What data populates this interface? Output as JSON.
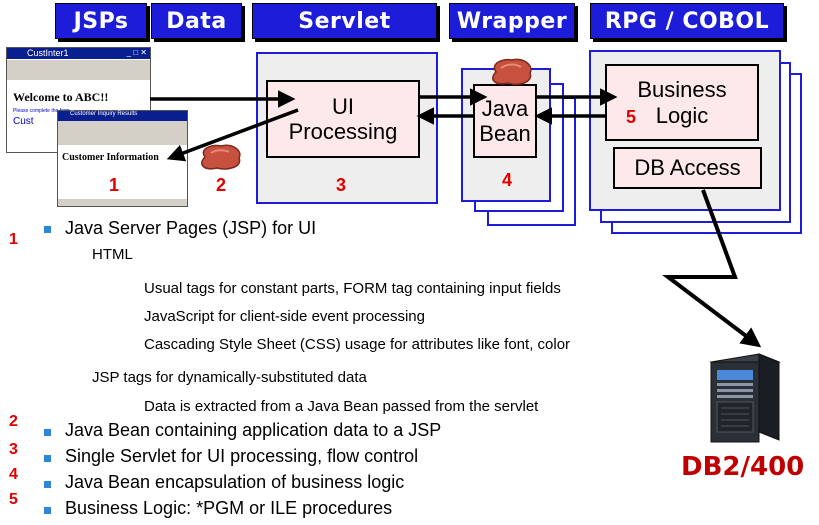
{
  "headers": {
    "jsps": "JSPs",
    "data": "Data",
    "servlet": "Servlet",
    "wrapper": "Wrapper",
    "rpg": "RPG / COBOL"
  },
  "boxes": {
    "ui_processing": "UI\nProcessing",
    "java_bean": "Java\nBean",
    "business_logic": "Business\nLogic",
    "db_access": "DB Access"
  },
  "screens": {
    "window_title": "CustInter1",
    "welcome": "Welcome to ABC!!",
    "link_text": "Please complete the form",
    "cust_label": "Cust",
    "inquiry_title": "Customer Inquiry Results",
    "customer_info": "Customer Information"
  },
  "numbers": {
    "n1": "1",
    "n2": "2",
    "n3": "3",
    "n4": "4",
    "n5": "5"
  },
  "bullets": [
    {
      "num": "1",
      "text": "Java Server Pages (JSP) for UI"
    },
    {
      "num": "2",
      "text": "Java Bean containing application data to a JSP"
    },
    {
      "num": "3",
      "text": "Single Servlet for UI processing, flow control"
    },
    {
      "num": "4",
      "text": "Java Bean encapsulation of business logic"
    },
    {
      "num": "5",
      "text": "Business Logic: *PGM or ILE procedures"
    }
  ],
  "sub_items": {
    "html": "HTML",
    "usual_tags": "Usual tags for constant parts, FORM tag containing input fields",
    "javascript": "JavaScript for client-side event processing",
    "css": "Cascading Style Sheet (CSS) usage for attributes like font, color",
    "jsp_tags": "JSP tags for dynamically-substituted data",
    "data_extracted": "Data is extracted from a Java Bean passed from the servlet"
  },
  "db_label": "DB2/400",
  "colors": {
    "header_blue": "#1d1dd9",
    "box_fill": "#eeeeee",
    "inner_fill": "#fde8ea",
    "number_red": "#e00000",
    "bullet_blue": "#2f86d7"
  }
}
